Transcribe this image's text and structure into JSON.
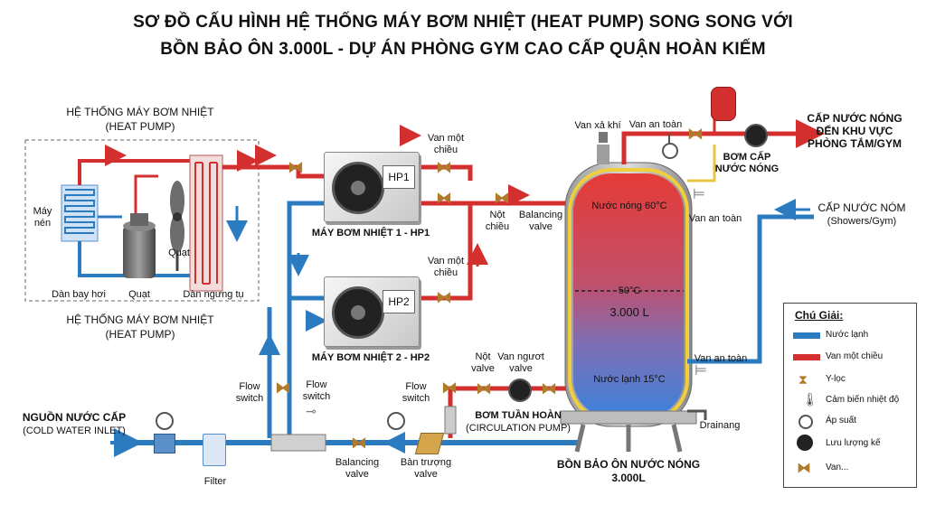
{
  "title": {
    "line1": "SƠ ĐỒ CẤU HÌNH HỆ THỐNG MÁY BƠM NHIỆT (HEAT PUMP) SONG SONG VỚI",
    "line2": "BỒN BẢO ÔN 3.000L - DỰ ÁN PHÒNG GYM CAO CẤP QUẬN HOÀN KIẾM"
  },
  "heat_pump_system": {
    "title_top": "HỆ THỐNG MÁY BƠM NHIỆT",
    "subtitle_top": "(HEAT PUMP)",
    "title_bottom": "HỆ THỐNG MÁY BƠM NHIỆT",
    "subtitle_bottom": "(HEAT PUMP)",
    "compressor": "Máy nén",
    "fan_top": "Quạt",
    "evaporator": "Dàn bay hơi",
    "fan_bottom": "Quạt",
    "condenser": "Dàn ngưng tụ"
  },
  "hp1": {
    "badge": "HP1",
    "caption": "MÁY BƠM NHIỆT 1 - HP1"
  },
  "hp2": {
    "badge": "HP2",
    "caption": "MÁY BƠM NHIỆT 2 - HP2"
  },
  "valves": {
    "check_valve_1": "Van một\nchiều",
    "check_valve_2": "Van một\nchiều",
    "one_way_valve_1": "Nột\nchiều",
    "balancing_valve_top": "Balancing\nvalve",
    "one_way_valve_2": "Nột\nvalve",
    "non_return_valve": "Van ngươt\nvalve",
    "air_vent": "Van xả khí",
    "safety_valve_top": "Van an toàn",
    "safety_valve_side": "Van an toàn",
    "safety_valve_low": "Van an toàn",
    "flow_switch_1": "Flow\nswitch",
    "flow_switch_2": "Flow\nswitch",
    "flow_switch_3": "Flow\nswitch",
    "balancing_valve_bottom": "Balancing\nvalve",
    "strainer_valve": "Bàn trượng\nvalve",
    "filter": "Filter",
    "drain": "Drainang"
  },
  "hot_pump": "BƠM CẤP\nNƯỚC NÓNG",
  "outputs": {
    "hot_water": "CẤP NƯỚC NÓNG\nĐẾN KHU VỰC\nPHÒNG TẮM/GYM",
    "warm_water_title": "CẤP NƯỚC NÓM",
    "warm_water_sub": "(Showers/Gym)"
  },
  "inlet": {
    "title": "NGUỒN NƯỚC CẤP",
    "subtitle": "(COLD WATER INLET)"
  },
  "circulation_pump": {
    "title": "BƠM TUẦN HOÀN",
    "subtitle": "(CIRCULATION PUMP)"
  },
  "tank": {
    "hot_label": "Nước nóng 60°C",
    "mid_temp": "50°C",
    "volume": "3.000 L",
    "cold_label": "Nước lạnh 15°C",
    "caption_line1": "BỒN BẢO ÔN NƯỚC NÓNG",
    "caption_line2": "3.000L"
  },
  "legend": {
    "title": "Chú Giải:",
    "items": [
      {
        "icon": "blue-line-icon",
        "label": "Nước lạnh"
      },
      {
        "icon": "red-line-icon",
        "label": "Van một chiều"
      },
      {
        "icon": "y-strainer-icon",
        "label": "Y-lọc"
      },
      {
        "icon": "temperature-sensor-icon",
        "label": "Cảm biến nhiệt độ"
      },
      {
        "icon": "pressure-gauge-icon",
        "label": "Áp suất"
      },
      {
        "icon": "flow-meter-icon",
        "label": "Lưu lượng kế"
      },
      {
        "icon": "valve-icon",
        "label": "Van..."
      }
    ]
  },
  "colors": {
    "hot": "#d32f2f",
    "cold": "#2b7bc0",
    "tank_hot": "#e53935",
    "tank_cold": "#3f7fd8",
    "yellow_pipe": "#e8c640"
  }
}
